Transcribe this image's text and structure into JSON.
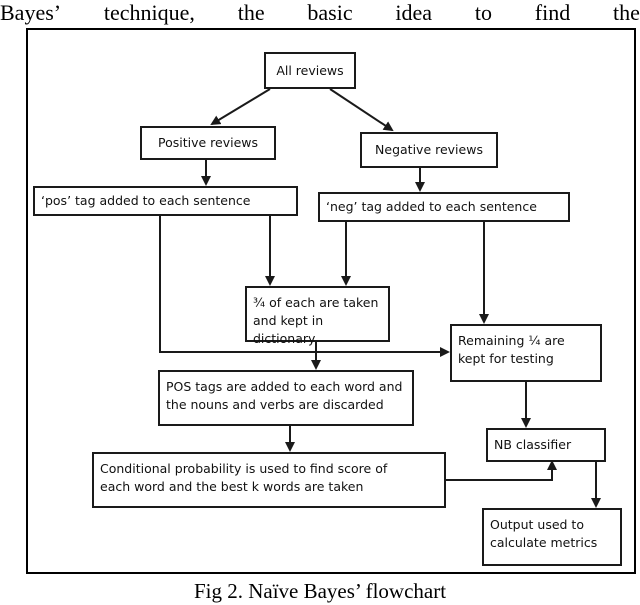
{
  "top_line": [
    "Bayes’",
    "technique,",
    "the",
    "basic",
    "idea",
    "to",
    "find",
    "the"
  ],
  "flowchart": {
    "all_reviews": "All reviews",
    "positive_reviews": "Positive reviews",
    "negative_reviews": "Negative reviews",
    "pos_tag": "‘pos’ tag added to each sentence",
    "neg_tag": "‘neg’ tag added to each sentence",
    "dictionary_line1": "¾ of each are taken",
    "dictionary_line2": "and kept in dictionary",
    "remaining_line1": "Remaining ¼ are",
    "remaining_line2": "kept for testing",
    "pos_tags_line1": "POS tags are added to each word and",
    "pos_tags_line2": "the nouns and verbs are discarded",
    "nb_classifier": "NB classifier",
    "conditional_line1": "Conditional probability is used to find score of",
    "conditional_line2": "each word and the best k words are taken",
    "output_line1": "Output used to",
    "output_line2": "calculate metrics"
  },
  "caption": "Fig 2. Naïve Bayes’ flowchart"
}
